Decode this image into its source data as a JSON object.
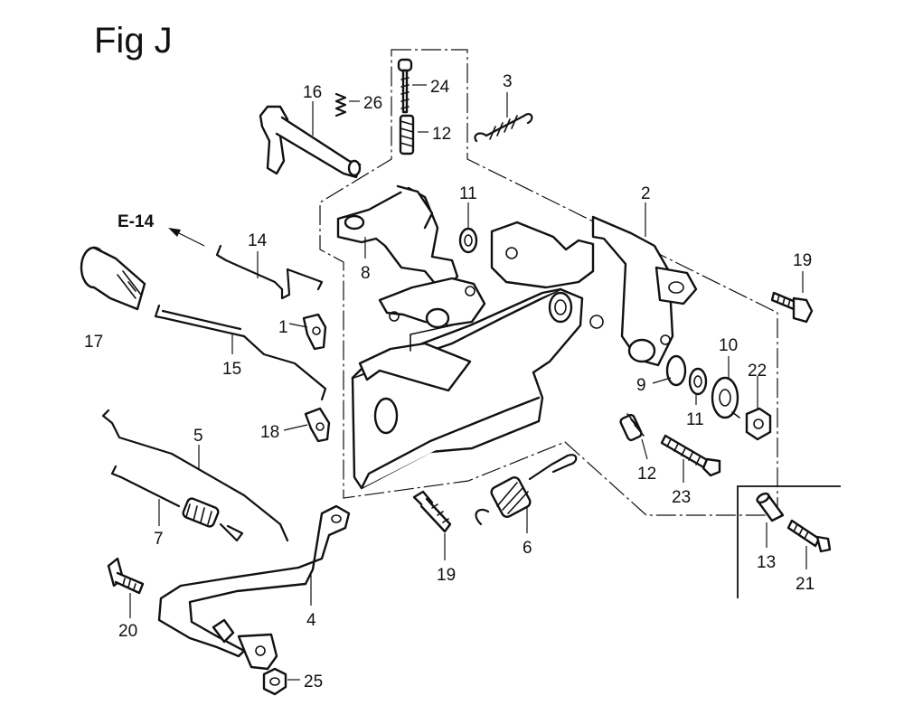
{
  "figure": {
    "title": "Fig J",
    "reference": "E-14"
  },
  "callouts": [
    {
      "id": "c1",
      "label": "1"
    },
    {
      "id": "c2",
      "label": "2"
    },
    {
      "id": "c3",
      "label": "3"
    },
    {
      "id": "c4",
      "label": "4"
    },
    {
      "id": "c5",
      "label": "5"
    },
    {
      "id": "c6",
      "label": "6"
    },
    {
      "id": "c7",
      "label": "7"
    },
    {
      "id": "c8",
      "label": "8"
    },
    {
      "id": "c9",
      "label": "9"
    },
    {
      "id": "c10",
      "label": "10"
    },
    {
      "id": "c11a",
      "label": "11"
    },
    {
      "id": "c11b",
      "label": "11"
    },
    {
      "id": "c12a",
      "label": "12"
    },
    {
      "id": "c12b",
      "label": "12"
    },
    {
      "id": "c13",
      "label": "13"
    },
    {
      "id": "c14",
      "label": "14"
    },
    {
      "id": "c15",
      "label": "15"
    },
    {
      "id": "c16",
      "label": "16"
    },
    {
      "id": "c17",
      "label": "17"
    },
    {
      "id": "c18",
      "label": "18"
    },
    {
      "id": "c19a",
      "label": "19"
    },
    {
      "id": "c19b",
      "label": "19"
    },
    {
      "id": "c20",
      "label": "20"
    },
    {
      "id": "c21",
      "label": "21"
    },
    {
      "id": "c22",
      "label": "22"
    },
    {
      "id": "c23",
      "label": "23"
    },
    {
      "id": "c24",
      "label": "24"
    },
    {
      "id": "c25",
      "label": "25"
    },
    {
      "id": "c26",
      "label": "26"
    }
  ]
}
